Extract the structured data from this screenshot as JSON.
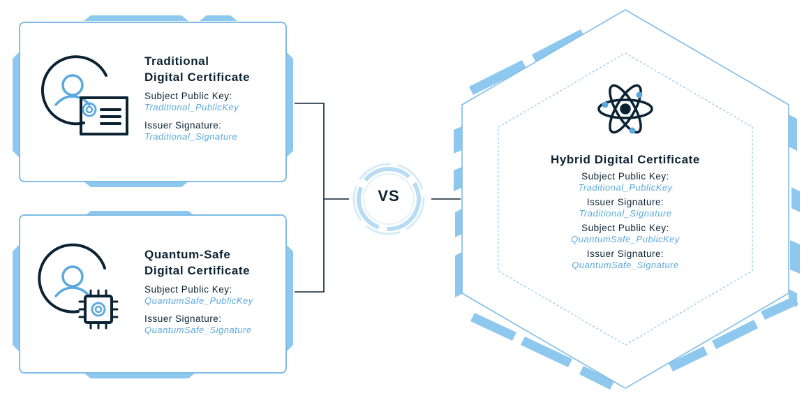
{
  "vs_label": "VS",
  "traditional_card": {
    "title_line1": "Traditional",
    "title_line2": "Digital Certificate",
    "icon": "user-certificate-icon",
    "fields": [
      {
        "label": "Subject Public Key:",
        "value": "Traditional_PublicKey"
      },
      {
        "label": "Issuer Signature:",
        "value": "Traditional_Signature"
      }
    ]
  },
  "quantum_card": {
    "title_line1": "Quantum-Safe",
    "title_line2": "Digital Certificate",
    "icon": "user-chip-icon",
    "fields": [
      {
        "label": "Subject Public Key:",
        "value": "QuantumSafe_PublicKey"
      },
      {
        "label": "Issuer Signature:",
        "value": "QuantumSafe_Signature"
      }
    ]
  },
  "hybrid_card": {
    "title": "Hybrid Digital Certificate",
    "icon": "atom-icon",
    "fields": [
      {
        "label": "Subject Public Key:",
        "value": "Traditional_PublicKey"
      },
      {
        "label": "Issuer Signature:",
        "value": "Traditional_Signature"
      },
      {
        "label": "Subject Public Key:",
        "value": "QuantumSafe_PublicKey"
      },
      {
        "label": "Issuer Signature:",
        "value": "QuantumSafe_Signature"
      }
    ]
  },
  "colors": {
    "dark": "#0b2233",
    "accent_blue": "#5aa9de",
    "light_blue": "#8ec8ee",
    "border_blue": "#7fbce6"
  }
}
